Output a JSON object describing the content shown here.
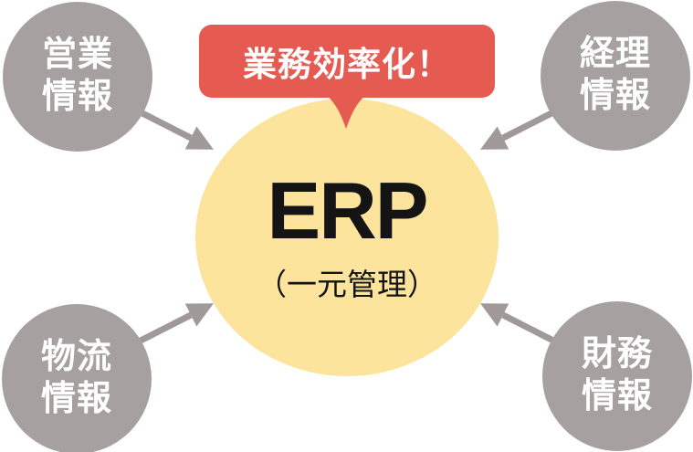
{
  "diagram": {
    "bubble": {
      "label": "業務効率化！"
    },
    "center": {
      "title": "ERP",
      "subtitle": "（一元管理）"
    },
    "nodes": [
      {
        "id": "sales-info",
        "position": "top-left",
        "line1": "営業",
        "line2": "情報"
      },
      {
        "id": "accounting-info",
        "position": "top-right",
        "line1": "経理",
        "line2": "情報"
      },
      {
        "id": "logistics-info",
        "position": "bottom-left",
        "line1": "物流",
        "line2": "情報"
      },
      {
        "id": "finance-info",
        "position": "bottom-right",
        "line1": "財務",
        "line2": "情報"
      }
    ],
    "colors": {
      "node_gray": "#a7a0a0",
      "arrow_gray": "#a09899",
      "center_yellow": "#fce49d",
      "bubble_red": "#e55b52",
      "title_black": "#141414",
      "label_white": "#ffffff"
    }
  }
}
